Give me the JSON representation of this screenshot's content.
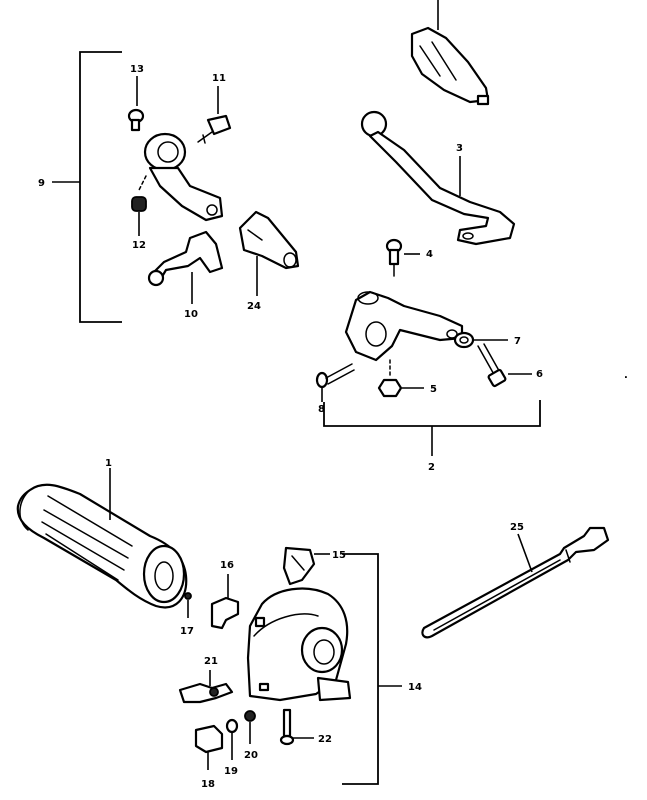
{
  "diagram": {
    "callouts": {
      "c1": "1",
      "c2": "2",
      "c3": "3",
      "c4": "4",
      "c5": "5",
      "c6": "6",
      "c7": "7",
      "c8": "8",
      "c9": "9",
      "c10": "10",
      "c11": "11",
      "c12": "12",
      "c13": "13",
      "c14": "14",
      "c15": "15",
      "c16": "16",
      "c17": "17",
      "c18": "18",
      "c19": "19",
      "c20": "20",
      "c21": "21",
      "c22": "22",
      "c24": "24",
      "c25": "25"
    }
  }
}
